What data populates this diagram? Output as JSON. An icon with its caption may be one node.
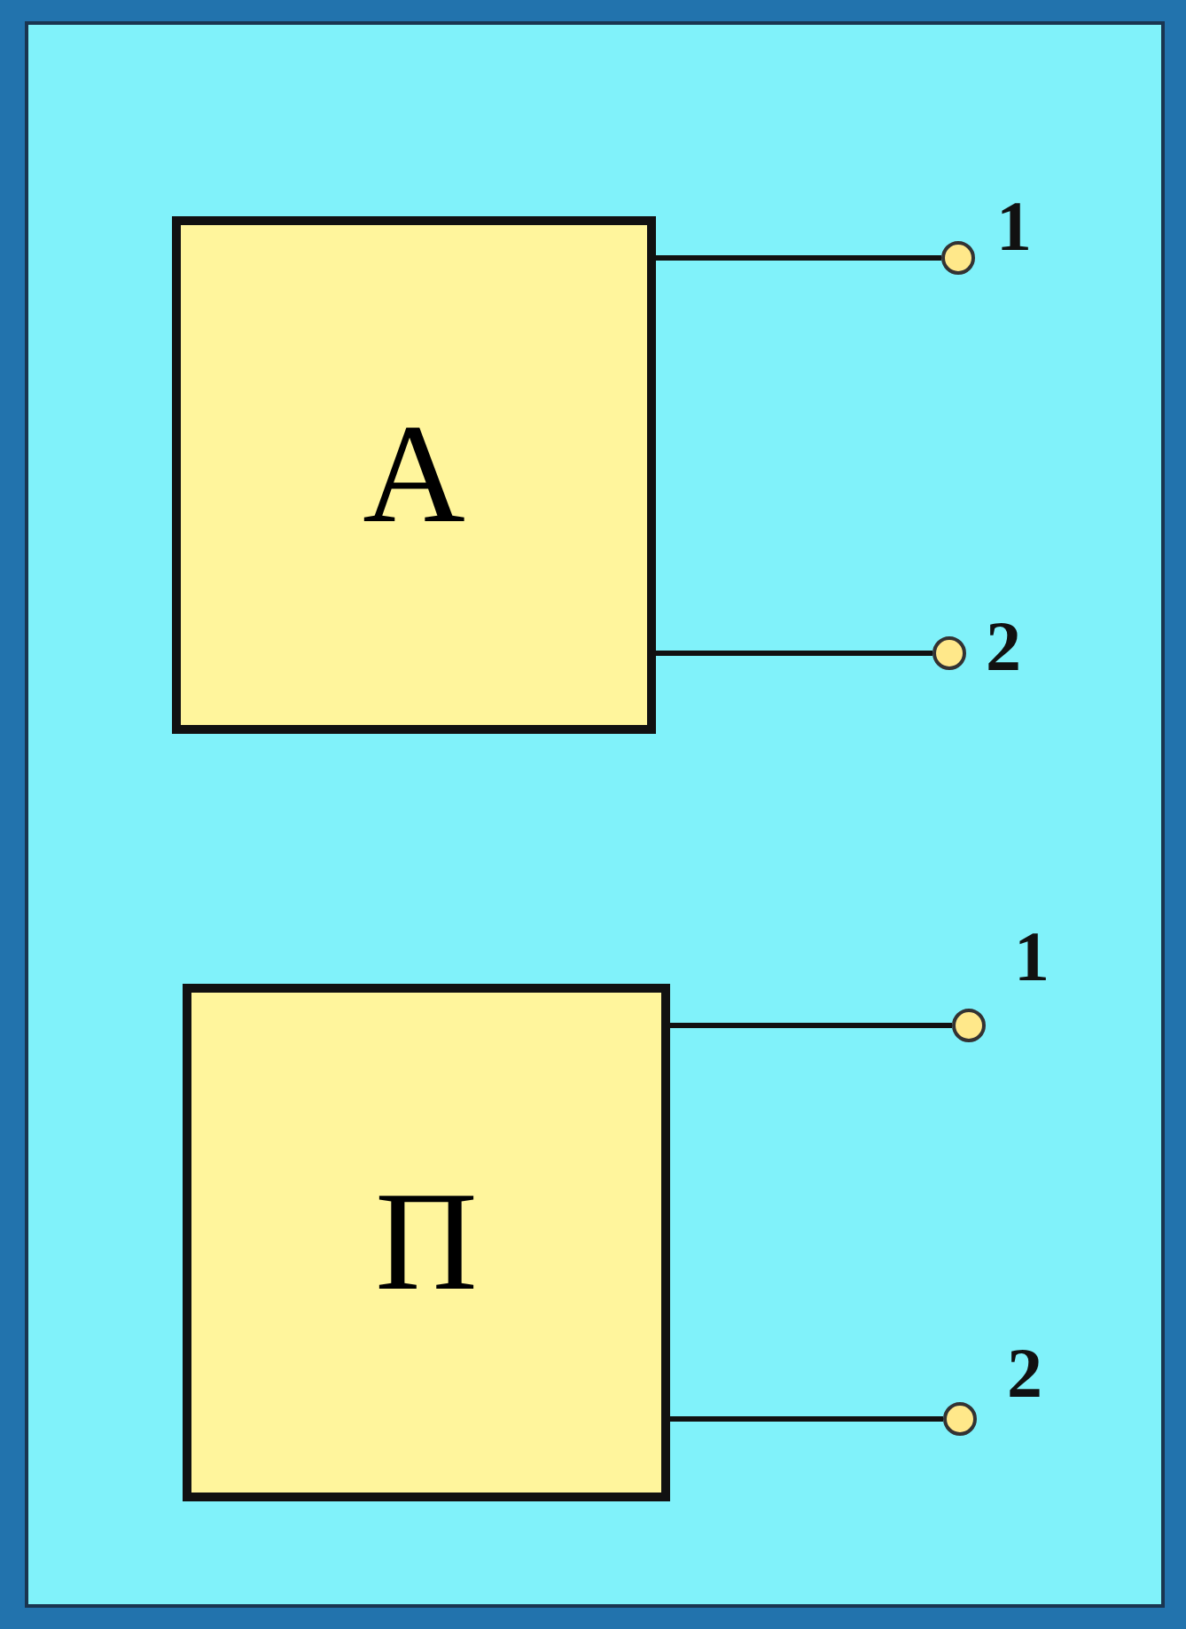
{
  "diagram": {
    "nodes": [
      {
        "text": [
          "А"
        ]
      },
      {
        "text": [],
        "shape": "circle",
        "beside": [
          "1"
        ]
      },
      {
        "text": [],
        "shape": "circle",
        "beside": [
          "2"
        ]
      },
      {
        "text": [
          "П"
        ]
      },
      {
        "text": [],
        "shape": "circle",
        "beside": [
          "1"
        ]
      },
      {
        "text": [],
        "shape": "circle",
        "beside": [
          "2"
        ]
      }
    ],
    "edges": [
      {
        "from": 0,
        "to": 1,
        "arrow": "none"
      },
      {
        "from": 0,
        "to": 2,
        "arrow": "none"
      },
      {
        "from": 3,
        "to": 4,
        "arrow": "none"
      },
      {
        "from": 3,
        "to": 5,
        "arrow": "none"
      }
    ]
  }
}
